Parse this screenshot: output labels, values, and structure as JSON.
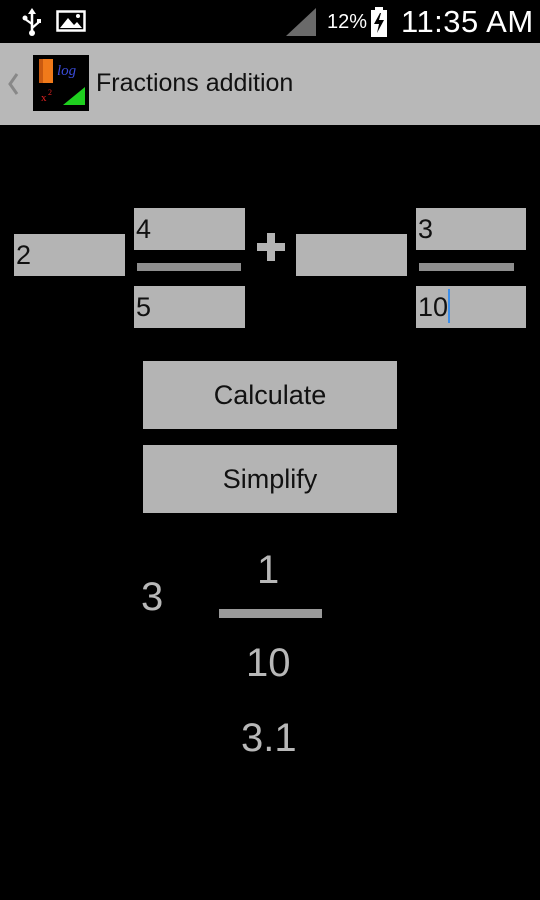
{
  "status_bar": {
    "battery_percent": "12%",
    "time": "11:35 AM"
  },
  "action_bar": {
    "title": "Fractions addition"
  },
  "first_fraction": {
    "whole": "2",
    "numerator": "4",
    "denominator": "5"
  },
  "operator": "+",
  "second_fraction": {
    "whole": "",
    "numerator": "3",
    "denominator": "10"
  },
  "buttons": {
    "calculate": "Calculate",
    "simplify": "Simplify"
  },
  "result": {
    "whole": "3",
    "numerator": "1",
    "denominator": "10",
    "decimal": "3.1"
  }
}
